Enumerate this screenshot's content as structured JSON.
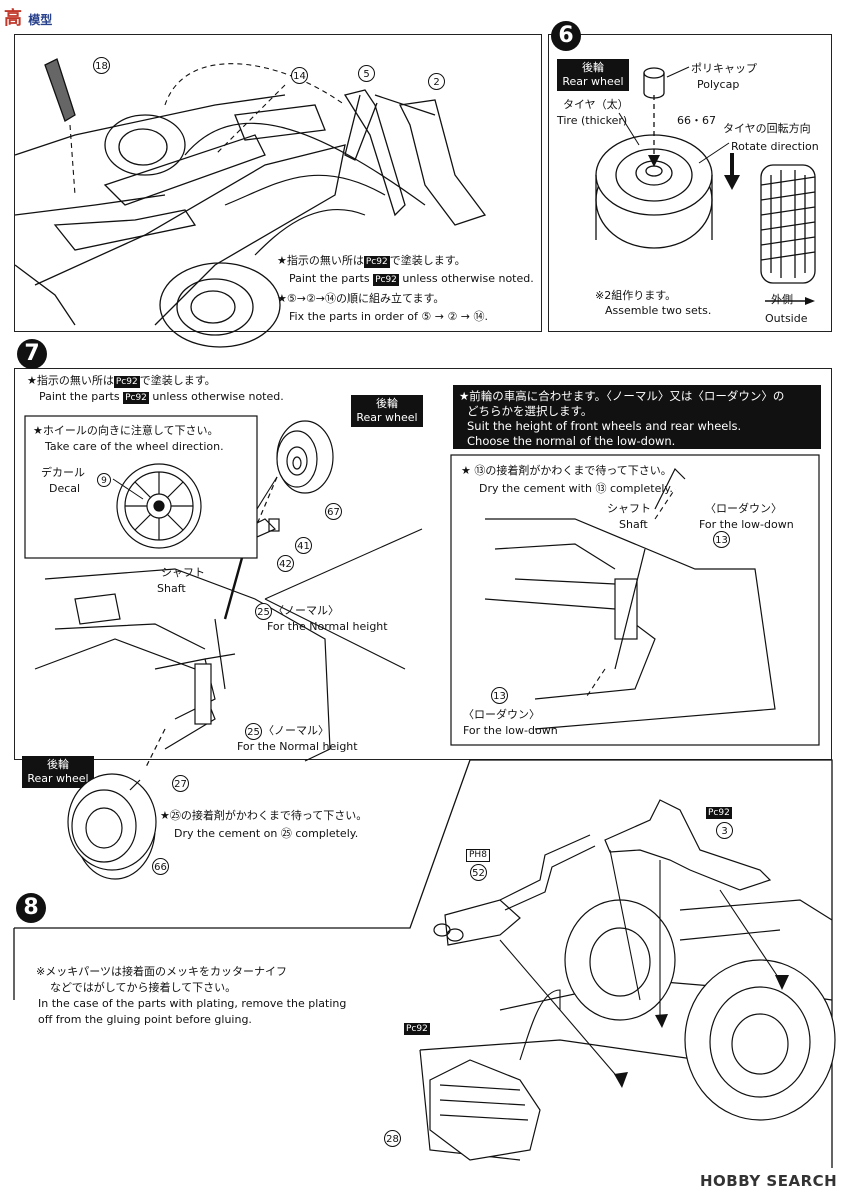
{
  "watermark_top": {
    "cn": "高",
    "site": "模型"
  },
  "step5": {
    "parts": {
      "p18": "18",
      "p14": "14",
      "p5": "5",
      "p2": "2"
    },
    "note1_jp": "★指示の無い所は",
    "note1_code": "92",
    "note1_jp_end": "で塗装します。",
    "note1_en": "Paint the parts",
    "note1_en_end": "unless otherwise noted.",
    "note2_jp": "★⑤→②→⑭の順に組み立てます。",
    "note2_en": "Fix the parts in order of ⑤ → ② → ⑭."
  },
  "step6": {
    "num": "6",
    "badge_jp": "後輪",
    "badge_en": "Rear wheel",
    "polycap_jp": "ポリキャップ",
    "polycap_en": "Polycap",
    "tire_jp": "タイヤ（太）",
    "tire_en": "Tire (thicker)",
    "parts_label": "66・67",
    "rotate_jp": "タイヤの回転方向",
    "rotate_en": "Rotate direction",
    "outside_jp": "外側",
    "outside_en": "Outside",
    "sets_jp": "※2組作ります。",
    "sets_en": "Assemble two sets."
  },
  "step7": {
    "num": "7",
    "paint_jp": "★指示の無い所は",
    "paint_code": "92",
    "paint_jp_end": "で塗装します。",
    "paint_en": "Paint the parts",
    "paint_en_end": "unless otherwise noted.",
    "wheel_dir_jp": "★ホイールの向きに注意して下さい。",
    "wheel_dir_en": "Take care of the wheel direction.",
    "decal_jp": "デカール",
    "decal_en": "Decal",
    "decal_part": "9",
    "rear_badge_jp": "後輪",
    "rear_badge_en": "Rear wheel",
    "p67": "67",
    "p41": "41",
    "p42": "42",
    "shaft_jp": "シャフト",
    "shaft_en": "Shaft",
    "p25": "25",
    "normal_jp": "〈ノーマル〉",
    "normal_en": "For the Normal height",
    "p27": "27",
    "p66": "66",
    "cement25_jp": "★㉕の接着剤がかわくまで待って下さい。",
    "cement25_en": "Dry the cement on ㉕ completely.",
    "height_jp1": "★前輪の車高に合わせます。〈ノーマル〉又は〈ローダウン〉の",
    "height_jp2": "どちらかを選択します。",
    "height_en1": "Suit the height of front wheels and rear wheels.",
    "height_en2": "Choose the normal of the low-down.",
    "cement13_jp": "★ ⑬の接着剤がかわくまで待って下さい。",
    "cement13_en": "Dry the cement with ⑬ completely.",
    "shaft2_jp": "シャフト",
    "shaft2_en": "Shaft",
    "lowdown_jp": "〈ローダウン〉",
    "lowdown_en": "For the low-down",
    "p13": "13"
  },
  "step8": {
    "num": "8",
    "plating_jp1": "※メッキパーツは接着面のメッキをカッターナイフ",
    "plating_jp2": "などではがしてから接着して下さい。",
    "plating_en1": "In the case of the parts with plating, remove the plating",
    "plating_en2": "off from the gluing point before gluing.",
    "pc_code": "92",
    "ph_code": "8",
    "p3": "3",
    "p52": "52",
    "p28": "28"
  },
  "watermark_bottom": "HOBBY SEARCH"
}
